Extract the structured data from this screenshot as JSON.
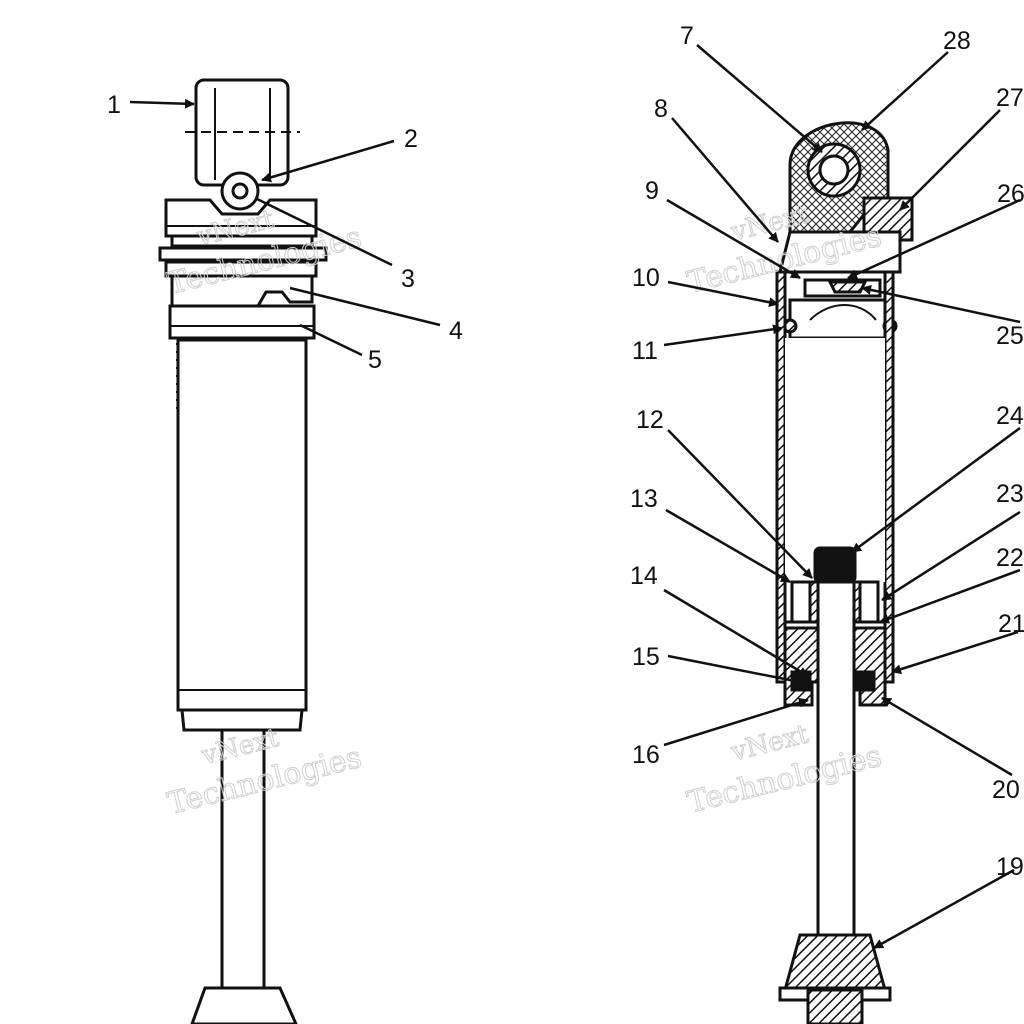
{
  "left_view": {
    "callouts": [
      "1",
      "2",
      "3",
      "4",
      "5"
    ]
  },
  "right_view": {
    "callouts": [
      "7",
      "28",
      "27",
      "8",
      "26",
      "9",
      "10",
      "25",
      "11",
      "12",
      "24",
      "13",
      "23",
      "22",
      "14",
      "21",
      "15",
      "16",
      "20",
      "19"
    ]
  },
  "watermark": {
    "line1": "vNext",
    "line2": "Technologies"
  }
}
